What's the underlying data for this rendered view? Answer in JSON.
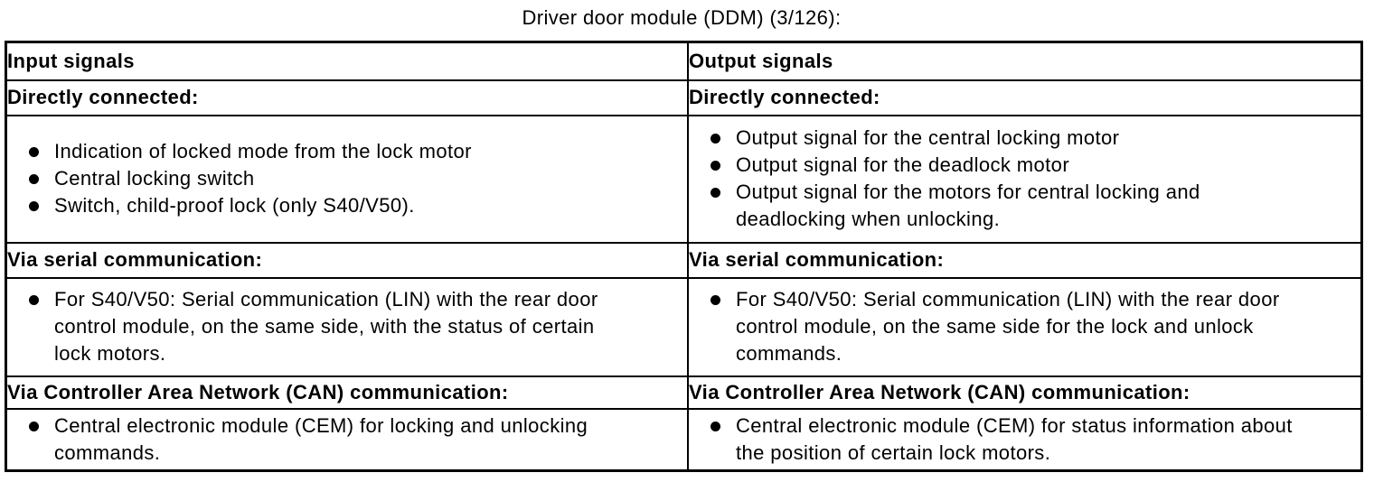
{
  "title": "Driver door module (DDM) (3/126):",
  "colors": {
    "text": "#000000",
    "border": "#000000",
    "background": "#ffffff"
  },
  "icons": {
    "bullet": "bullet-icon"
  },
  "table": {
    "columns": [
      {
        "header": "Input signals",
        "sections": [
          {
            "heading": "Directly connected:",
            "items": [
              "Indication of locked mode from the lock motor",
              "Central locking switch",
              "Switch, child-proof lock (only S40/V50)."
            ]
          },
          {
            "heading": "Via serial communication:",
            "items": [
              "For S40/V50: Serial communication (LIN) with the rear door control module, on the same side, with the status of certain lock motors."
            ]
          },
          {
            "heading": "Via Controller Area Network (CAN) communication:",
            "items": [
              "Central electronic module (CEM) for locking and unlocking commands."
            ]
          }
        ]
      },
      {
        "header": "Output signals",
        "sections": [
          {
            "heading": "Directly connected:",
            "items": [
              "Output signal for the central locking motor",
              "Output signal for the deadlock motor",
              "Output signal for the motors for central locking and deadlocking when unlocking."
            ]
          },
          {
            "heading": "Via serial communication:",
            "items": [
              "For S40/V50: Serial communication (LIN) with the rear door control module, on the same side for the lock and unlock commands."
            ]
          },
          {
            "heading": "Via Controller Area Network (CAN) communication:",
            "items": [
              "Central electronic module (CEM) for status information about the position of certain lock motors."
            ]
          }
        ]
      }
    ]
  }
}
